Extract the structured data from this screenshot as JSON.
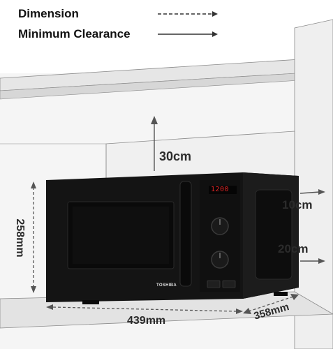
{
  "legend": {
    "dimension_label": "Dimension",
    "clearance_label": "Minimum Clearance"
  },
  "clearances": {
    "top": "30cm",
    "right_upper": "10cm",
    "right_lower": "20cm"
  },
  "dimensions": {
    "height": "258mm",
    "width": "439mm",
    "depth": "358mm"
  },
  "microwave": {
    "brand": "TOSHIBA",
    "display_reading": "1200"
  },
  "colors": {
    "wall": "#f4f4f4",
    "shelf_edge": "#dadada",
    "line": "#555555",
    "body": "#111111",
    "display": "#e02525"
  }
}
